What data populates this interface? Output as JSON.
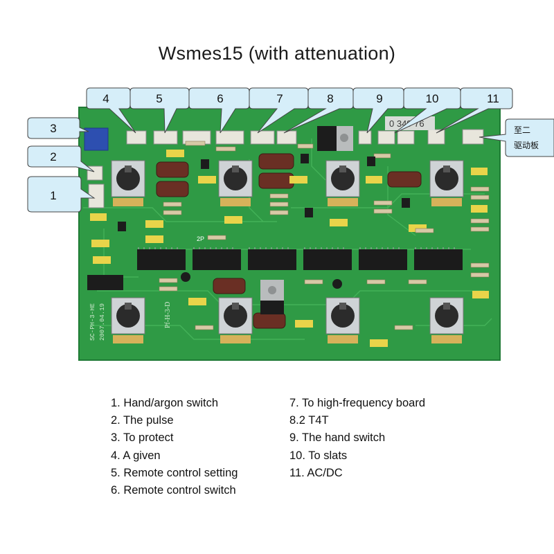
{
  "title": "Wsmes15 (with attenuation)",
  "colors": {
    "board": "#2f9a45",
    "board_edge": "#1f7a35",
    "callout_fill": "#d6eef9",
    "callout_stroke": "#444444"
  },
  "callouts": [
    "1",
    "2",
    "3",
    "4",
    "5",
    "6",
    "7",
    "8",
    "9",
    "10",
    "11"
  ],
  "board_prints": {
    "serial": "0 349 76",
    "side_text_1": "至二",
    "side_text_2": "驱动板",
    "part_code": "Pf-H-3-D",
    "side_code": "SC-PH-3-HE",
    "date": "2007.04.19",
    "two_p": "2P"
  },
  "legend_left": [
    "1. Hand/argon switch",
    "2. The pulse",
    "3. To protect",
    "4. A given",
    "5. Remote control setting",
    "6. Remote control switch"
  ],
  "legend_right": [
    "7. To high-frequency board",
    "8.2 T4T",
    "9. The hand switch",
    "10. To slats",
    "11. AC/DC"
  ]
}
